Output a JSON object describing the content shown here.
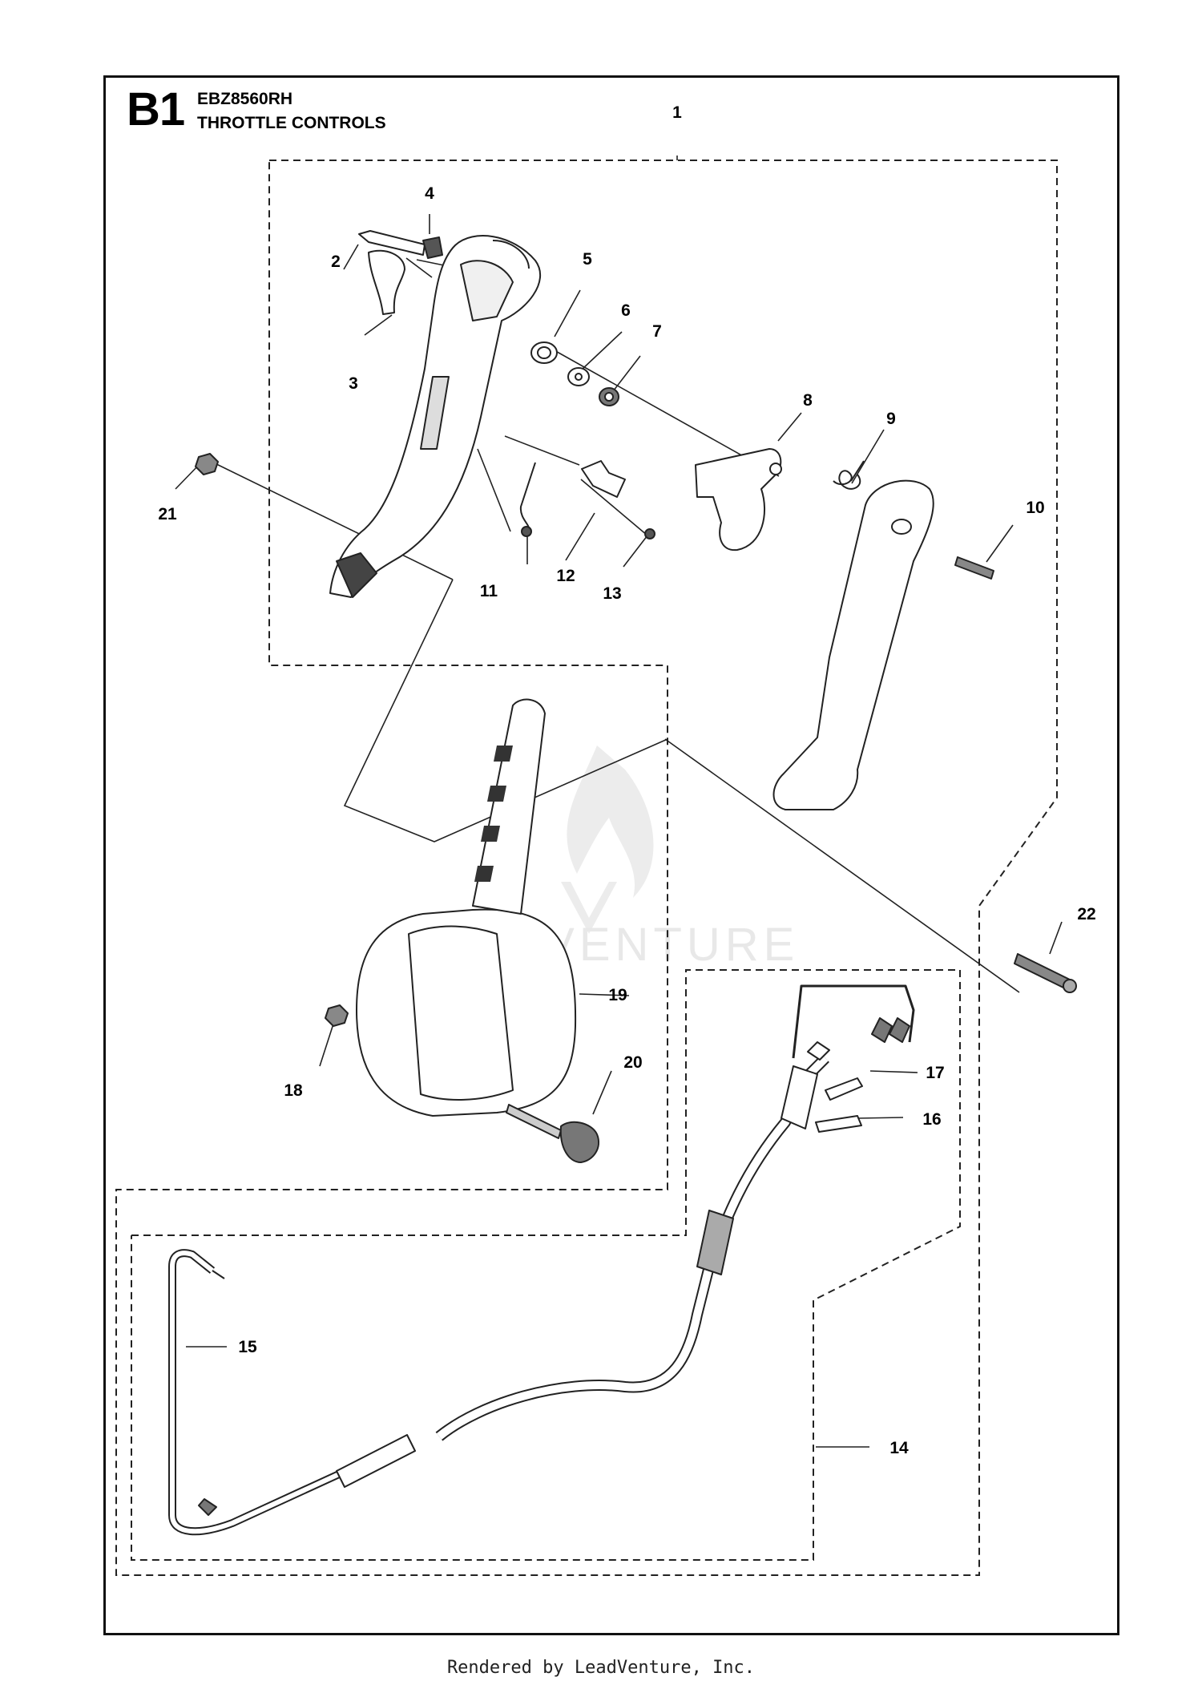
{
  "header": {
    "section_code": "B1",
    "model": "EBZ8560RH",
    "title": "THROTTLE CONTROLS"
  },
  "watermark": {
    "text": "LEADVENTURE"
  },
  "footer": {
    "text": "Rendered by LeadVenture, Inc."
  },
  "callouts": [
    "1",
    "2",
    "3",
    "4",
    "5",
    "6",
    "7",
    "8",
    "9",
    "10",
    "11",
    "12",
    "13",
    "14",
    "15",
    "16",
    "17",
    "18",
    "19",
    "20",
    "21",
    "22"
  ]
}
